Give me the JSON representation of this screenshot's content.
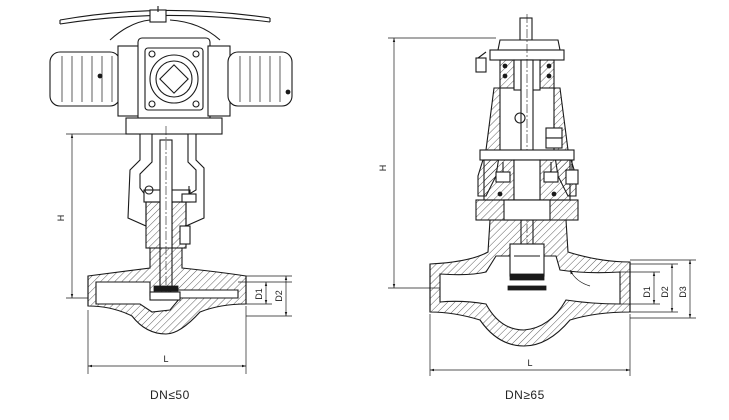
{
  "views": [
    {
      "caption": "DN≤50",
      "labels": {
        "height": "H",
        "length": "L",
        "d1": "D1",
        "d2": "D2"
      }
    },
    {
      "caption": "DN≥65",
      "labels": {
        "height": "H",
        "length": "L",
        "d1": "D1",
        "d2": "D2",
        "d3": "D3"
      }
    }
  ]
}
